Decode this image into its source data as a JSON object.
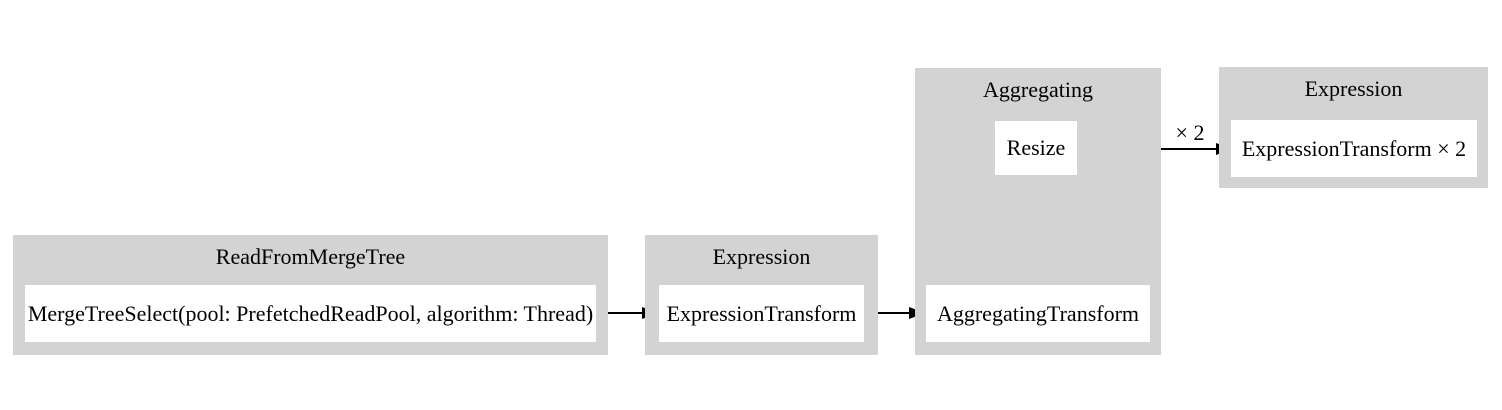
{
  "colors": {
    "background": "#ffffff",
    "group_fill": "#d3d3d3",
    "node_fill": "#ffffff",
    "edge_line": "#000000",
    "text": "#000000"
  },
  "groups": [
    {
      "title": "ReadFromMergeTree",
      "nodes": [
        {
          "label": "MergeTreeSelect(pool: PrefetchedReadPool, algorithm: Thread)"
        }
      ]
    },
    {
      "title": "Expression",
      "nodes": [
        {
          "label": "ExpressionTransform"
        }
      ]
    },
    {
      "title": "Aggregating",
      "nodes": [
        {
          "label": "Resize"
        },
        {
          "label": "AggregatingTransform"
        }
      ]
    },
    {
      "title": "Expression",
      "nodes": [
        {
          "label": "ExpressionTransform × 2"
        }
      ]
    }
  ],
  "edges": [
    {
      "from": "MergeTreeSelect(pool: PrefetchedReadPool, algorithm: Thread)",
      "to": "ExpressionTransform",
      "label": ""
    },
    {
      "from": "ExpressionTransform",
      "to": "AggregatingTransform",
      "label": ""
    },
    {
      "from": "AggregatingTransform",
      "to": "Resize",
      "label": ""
    },
    {
      "from": "Resize",
      "to": "ExpressionTransform × 2",
      "label": "× 2"
    }
  ]
}
